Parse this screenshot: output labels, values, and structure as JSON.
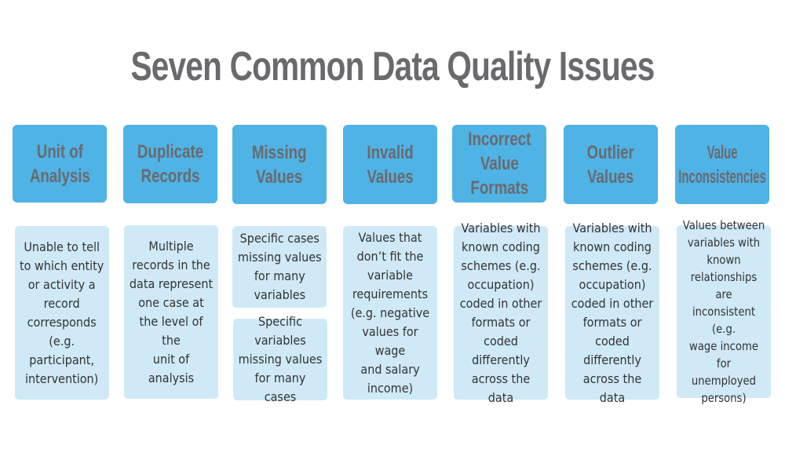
{
  "title": "Seven Common Data Quality Issues",
  "colors": {
    "header_bg": "#4fb3e6",
    "description_bg": "#cfe9f7",
    "title_text": "#6a6a6e",
    "header_text": "#6a6a6e",
    "description_text": "#333333"
  },
  "issues": [
    {
      "name": "Unit of\nAnalysis",
      "descriptions": [
        "Unable to tell\nto which entity\nor activity a\nrecord\ncorresponds\n(e.g.\nparticipant,\nintervention)"
      ]
    },
    {
      "name": "Duplicate\nRecords",
      "descriptions": [
        "Multiple\nrecords in the\ndata represent\none case at\nthe level of the\nunit of analysis"
      ]
    },
    {
      "name": "Missing\nValues",
      "descriptions": [
        "Specific cases\nmissing values\nfor many\nvariables",
        "Specific\nvariables\nmissing values\nfor many cases"
      ]
    },
    {
      "name": "Invalid\nValues",
      "descriptions": [
        "Values that\ndon’t fit the\nvariable\nrequirements\n(e.g. negative\nvalues for wage\nand salary\nincome)"
      ]
    },
    {
      "name": "Incorrect\nValue\nFormats",
      "descriptions": [
        "Variables with\nknown coding\nschemes (e.g.\noccupation)\ncoded in other\nformats or\ncoded\ndifferently\nacross the data"
      ]
    },
    {
      "name": "Outlier\nValues",
      "descriptions": [
        "Variables with\nknown coding\nschemes (e.g.\noccupation)\ncoded in other\nformats or\ncoded\ndifferently\nacross the data"
      ]
    },
    {
      "name": "Value\nInconsistencies",
      "descriptions": [
        "Values between\nvariables with\nknown\nrelationships are\ninconsistent (e.g.\nwage income for\nunemployed\npersons)"
      ]
    }
  ]
}
